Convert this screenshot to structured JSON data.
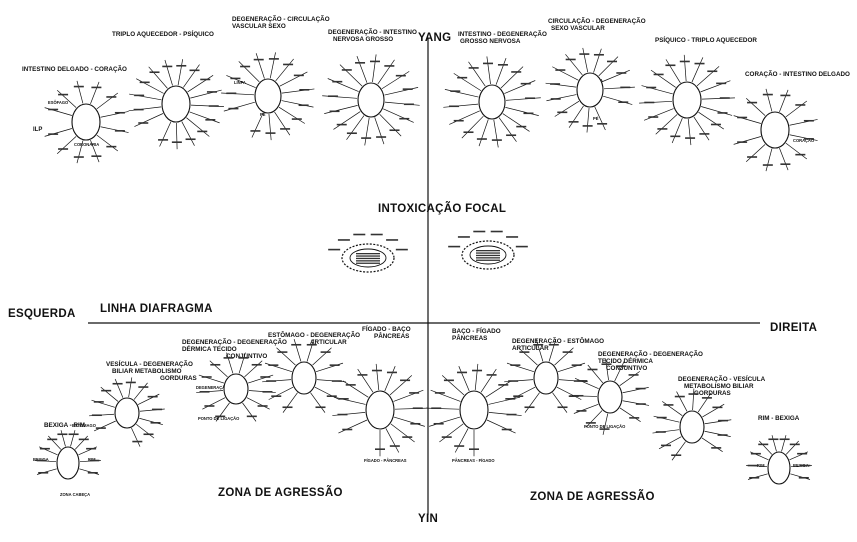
{
  "axes": {
    "yang": "YANG",
    "yin": "YIN",
    "left": "ESQUERDA",
    "right": "DIREITA",
    "diaphragm": "LINHA DIAFRAGMA",
    "focal": "INTOXICAÇÃO FOCAL",
    "aggression_left": "ZONA DE AGRESSÃO",
    "aggression_right": "ZONA DE AGRESSÃO"
  },
  "headers": {
    "t1": "INTESTINO DELGADO - CORAÇÃO",
    "t2": "TRIPLO AQUECEDOR - PSÍQUICO",
    "t3a": "DEGENERAÇÃO - CIRCULAÇÃO",
    "t3b": "VASCULAR           SEXO",
    "t4a": "DEGENERAÇÃO - INTESTINO",
    "t4b": "NERVOSA         GROSSO",
    "t5a": "INTESTINO - DEGENERAÇÃO",
    "t5b": "GROSSO          NERVOSA",
    "t6a": "CIRCULAÇÃO - DEGENERAÇÃO",
    "t6b": "SEXO           VASCULAR",
    "t7": "PSÍQUICO - TRIPLO AQUECEDOR",
    "t8": "CORAÇÃO - INTESTINO DELGADO",
    "b1": "BEXIGA - RIM",
    "b2a": "VESÍCULA - DEGENERAÇÃO",
    "b2b": "BILIAR   METABOLISMO",
    "b2c": "GORDURAS",
    "b3a": "DEGENERAÇÃO - DEGENERAÇÃO",
    "b3b": "DÉRMICA        TECIDO",
    "b3c": "CONJUNTIVO",
    "b4a": "ESTÔMAGO - DEGENERAÇÃO",
    "b4b": "ARTICULAR",
    "b5a": "FÍGADO - BAÇO",
    "b5b": "PÂNCREAS",
    "b6a": "BAÇO - FÍGADO",
    "b6b": "PÂNCREAS",
    "b7a": "DEGENERAÇÃO - ESTÔMAGO",
    "b7b": "ARTICULAR",
    "b8a": "DEGENERAÇÃO - DEGENERAÇÃO",
    "b8b": "TECIDO        DÉRMICA",
    "b8c": "CONJUNTIVO",
    "b9a": "DEGENERAÇÃO - VESÍCULA",
    "b9b": "METABOLISMO    BILIAR",
    "b9c": "GORDURAS",
    "b10": "RIM - BEXIGA"
  },
  "labels": {
    "ll1": "ILP",
    "ll2": "ESÔFAGO",
    "ll3": "CORONÁRIA",
    "r1": "CORAÇÃO",
    "r2": "ESTÔMAGO",
    "r3": "BEXIGA",
    "r4": "RIM",
    "r5": "ZONA CABEÇA",
    "r6": "RIM",
    "r7": "BEXIGA",
    "r8": "FÍGADO - PÂNCREAS",
    "r9": "PÂNCREAS - FÍGADO",
    "r10": "DEGENERAÇÃO PELE",
    "r11": "PONTO DE LIGAÇÃO",
    "r12": "PONTO DE LIGAÇÃO",
    "r13": "PÉ",
    "r14": "PÉ",
    "r15": "LINFA",
    "r16": "LINFA"
  }
}
